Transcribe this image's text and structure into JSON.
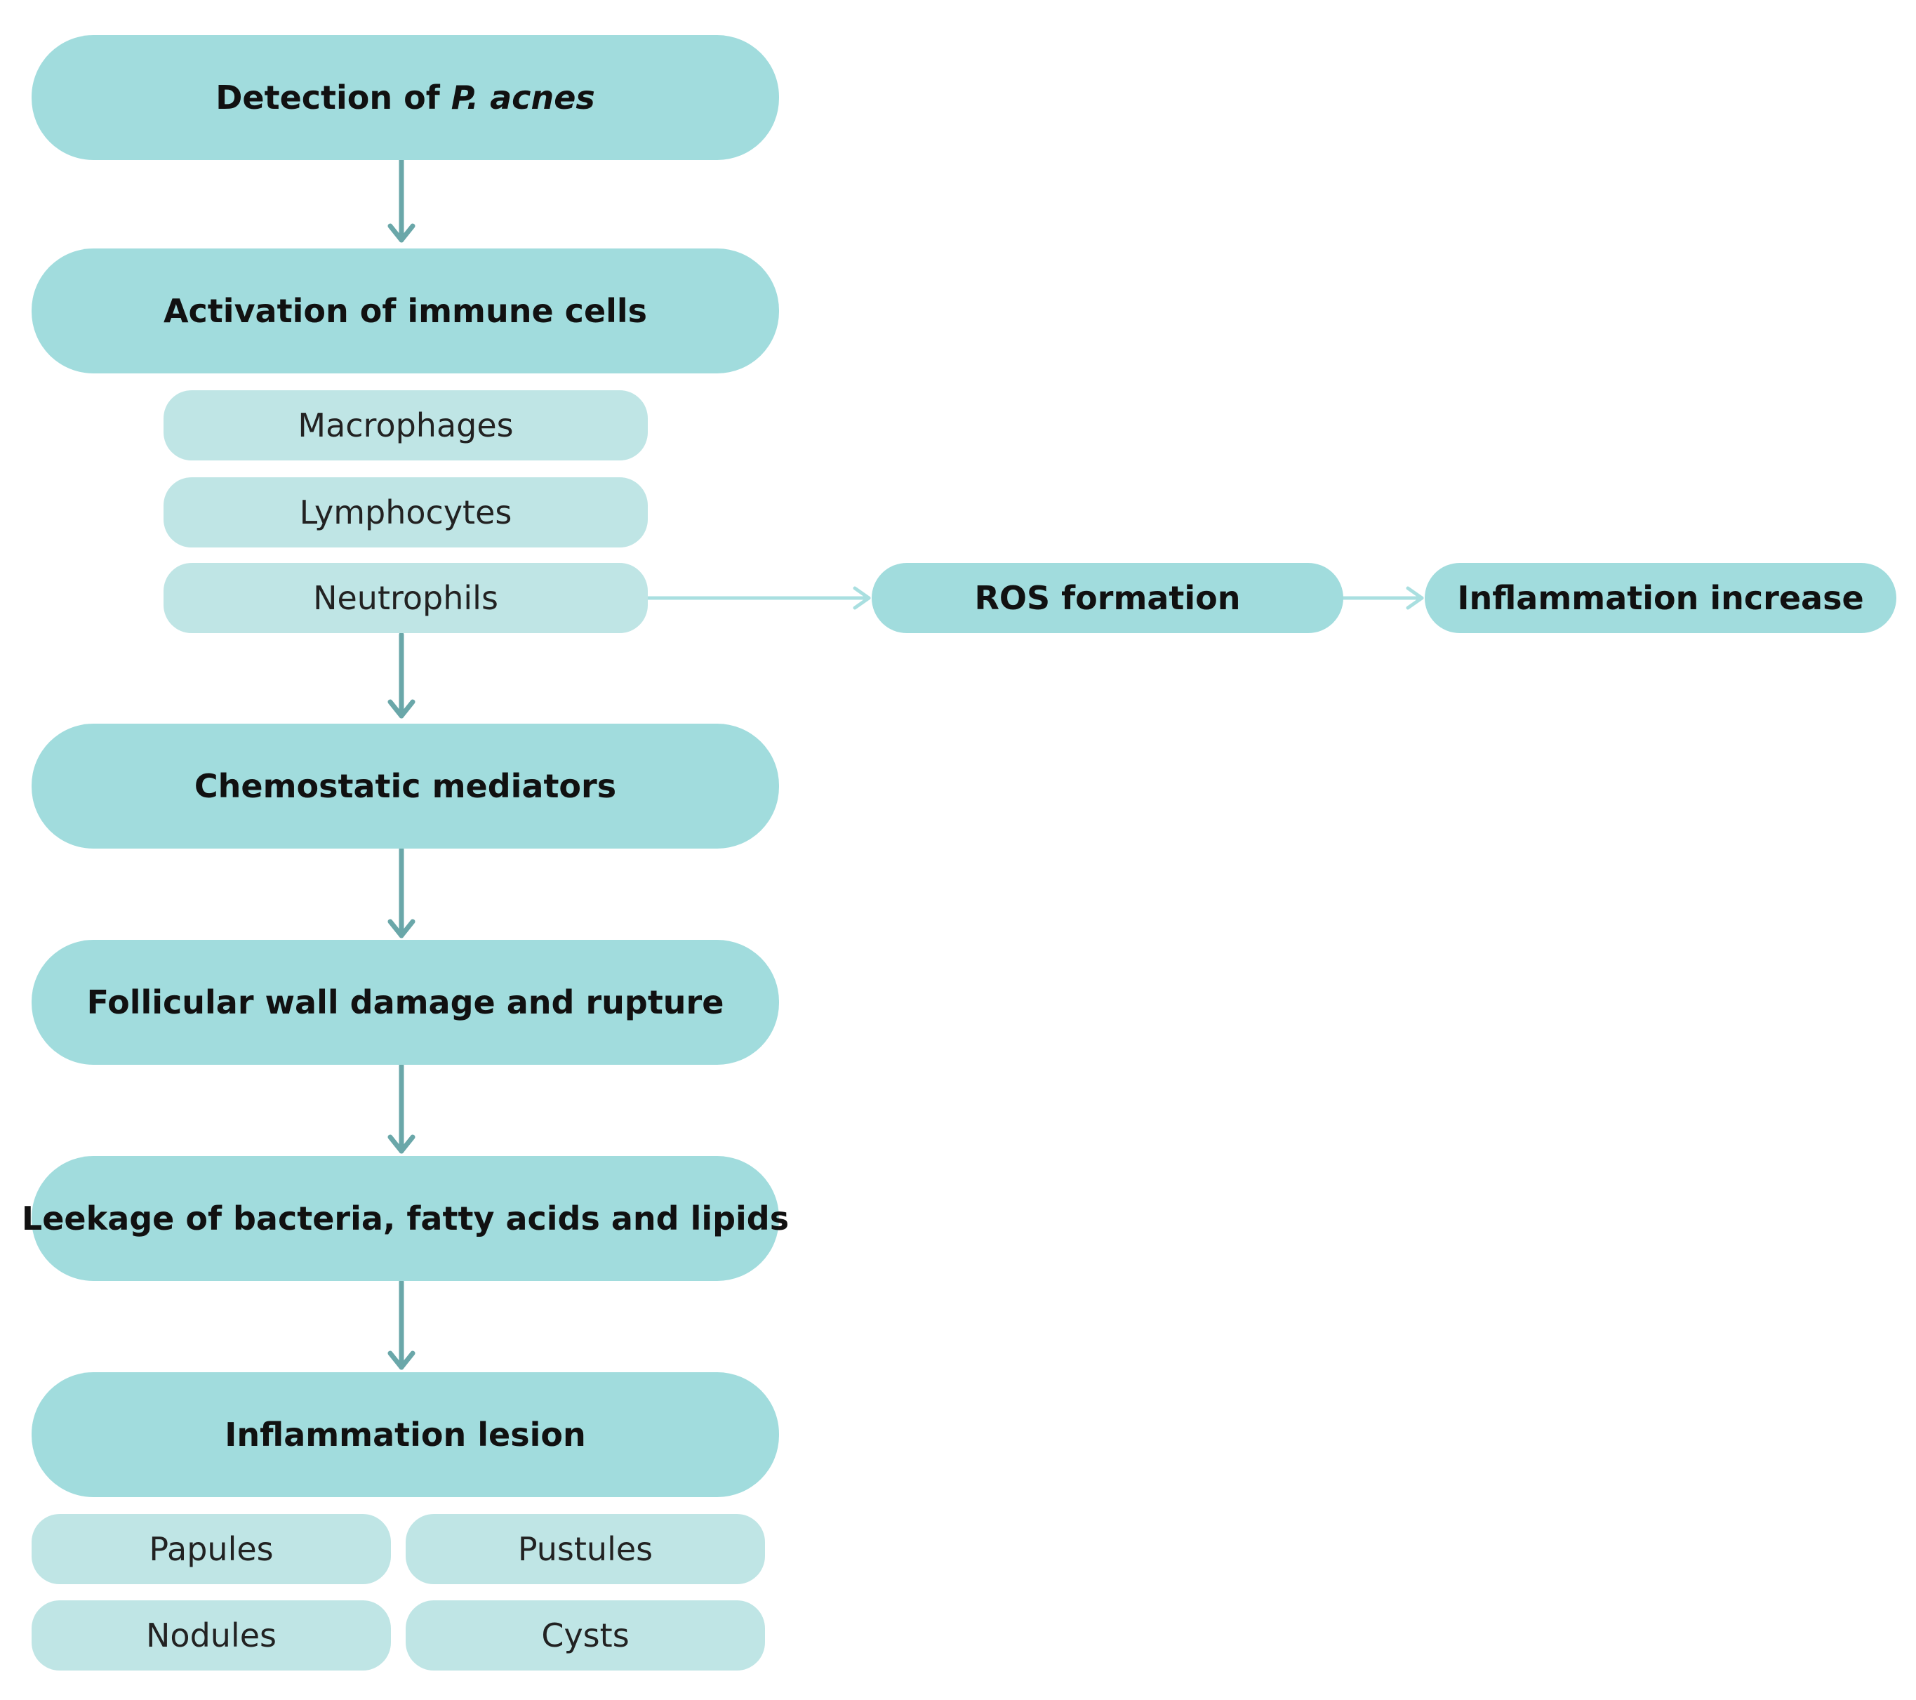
{
  "colors": {
    "main_box": "#a1dcdd",
    "sub_box": "#bfe5e5",
    "arrow_main": "#6aa7a9",
    "arrow_side": "#a9dfe0"
  },
  "nodes": {
    "detection": {
      "prefix": "Detection of ",
      "italic": "P. acnes"
    },
    "activation": "Activation of immune cells",
    "immune_cells": [
      "Macrophages",
      "Lymphocytes",
      "Neutrophils"
    ],
    "ros": "ROS formation",
    "inflammation_increase": "Inflammation increase",
    "chemostatic": "Chemostatic mediators",
    "follicular": "Follicular wall damage and rupture",
    "leekage": "Leekage of bacteria, fatty acids and lipids",
    "lesion": "Inflammation lesion",
    "lesion_types": [
      "Papules",
      "Pustules",
      "Nodules",
      "Cysts"
    ]
  }
}
